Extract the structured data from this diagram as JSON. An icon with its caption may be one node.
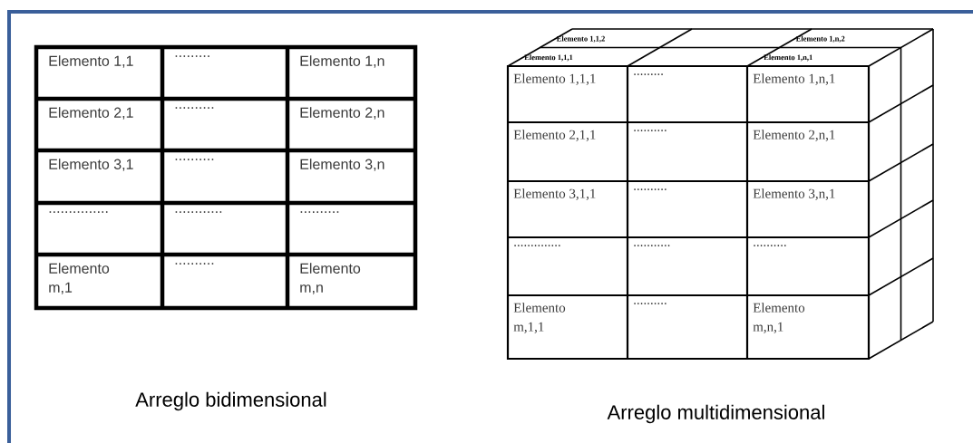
{
  "diagram": {
    "labels": [
      "Elemento 1,1",
      ".........",
      "Elemento 1,n",
      "Elemento 2,1",
      "..........",
      "Elemento 2,n",
      "Elemento 3,1",
      "..........",
      "Elemento 3,n",
      "...............",
      "............",
      "..........",
      "Elemento m,1",
      "..........",
      "Elemento m,n",
      "Elemento 1,1,2",
      "Elemento 1,n,2",
      "Elemento 1,1,1",
      "Elemento 1,n,1",
      "Elemento 1,1,1",
      ".........",
      "Elemento 1,n,1",
      "Elemento 2,1,1",
      "..........",
      "Elemento 2,n,1",
      "Elemento 3,1,1",
      "..........",
      "Elemento 3,n,1",
      "..............",
      "...........",
      "..........",
      "Elemento m,1,1",
      "..........",
      "Elemento m,n,1",
      "Arreglo bidimensional",
      "Arreglo multidimensional"
    ]
  }
}
